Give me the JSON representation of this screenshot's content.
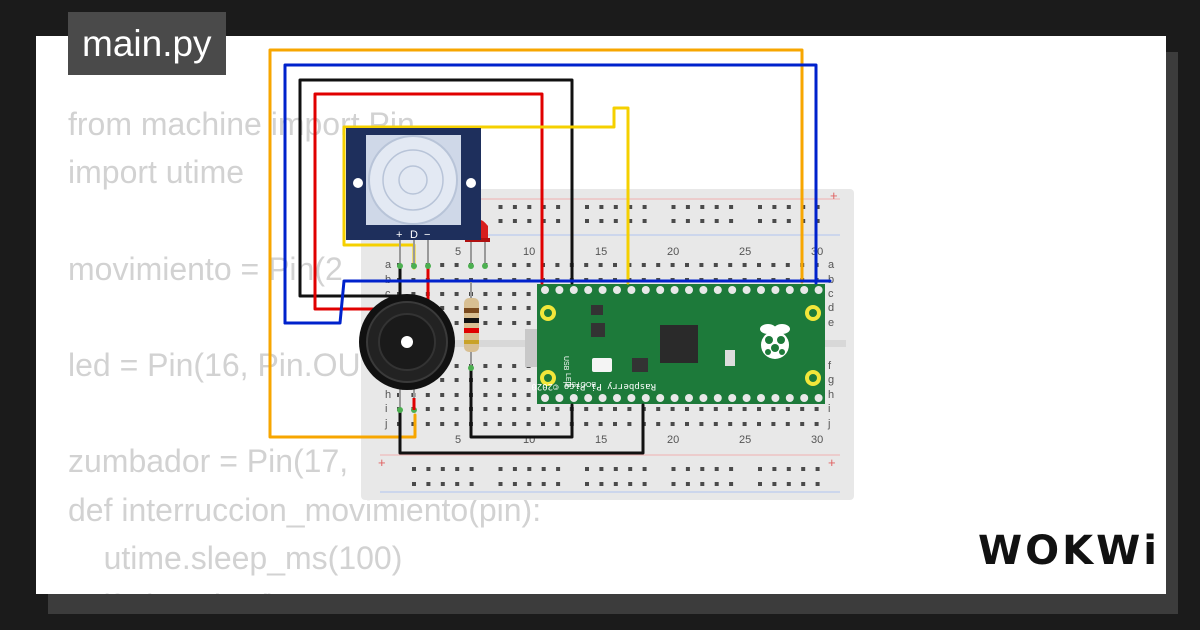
{
  "file_tab": {
    "label": "main.py"
  },
  "code_lines": [
    "from machine import Pin",
    "import utime",
    "",
    "movimiento = Pin(2",
    "",
    "led = Pin(16, Pin.OU",
    "",
    "zumbador = Pin(17,",
    "def interruccion_movimiento(pin):",
    "    utime.sleep_ms(100)",
    "    if pin.value():"
  ],
  "breadboard": {
    "column_numbers": [
      "5",
      "10",
      "15",
      "20",
      "25",
      "30"
    ],
    "row_letters_top": [
      "a",
      "b",
      "c",
      "d",
      "e"
    ],
    "row_letters_bottom": [
      "f",
      "g",
      "h",
      "i",
      "j"
    ],
    "rail_plus": "+",
    "rail_minus": "-"
  },
  "pir_sensor": {
    "pin_labels": [
      "+",
      "D",
      "−"
    ]
  },
  "pico_board": {
    "label": "Raspberry Pi Pico ©2020",
    "usb_label": "USB",
    "bootsel_label": "BOOTSEL",
    "led_label": "LED"
  },
  "logo": {
    "text": "WOKWi"
  },
  "colors": {
    "wire_orange": "#f7a600",
    "wire_blue": "#0022cc",
    "wire_black": "#111111",
    "wire_red": "#e00000",
    "wire_yellow": "#f5d000",
    "pico_green": "#1d7a3a",
    "pir_body": "#1e2f5c",
    "led_red": "#d81e1e"
  }
}
